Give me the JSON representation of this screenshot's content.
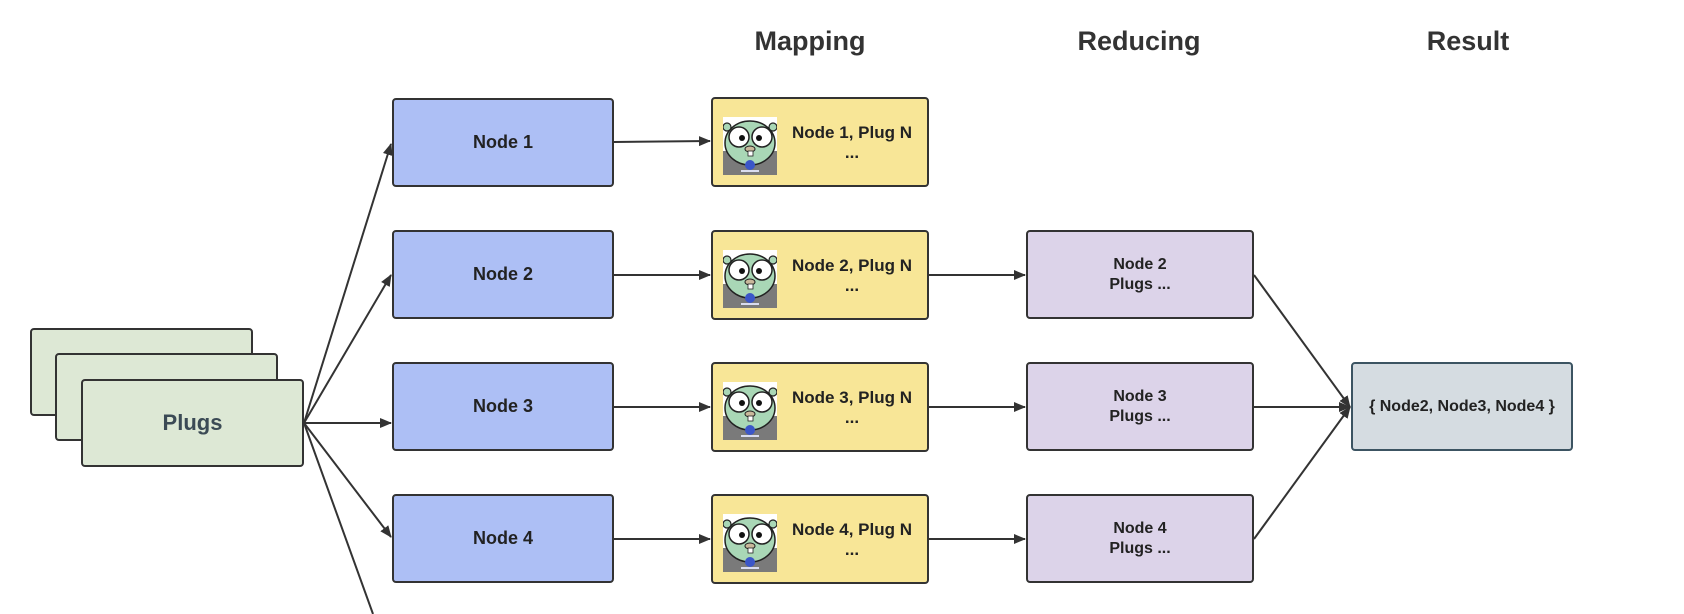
{
  "columns": {
    "mapping": "Mapping",
    "reducing": "Reducing",
    "result": "Result"
  },
  "source": {
    "label": "Plugs"
  },
  "nodes": [
    {
      "label": "Node 1"
    },
    {
      "label": "Node 2"
    },
    {
      "label": "Node 3"
    },
    {
      "label": "Node 4"
    }
  ],
  "mappers": [
    {
      "line1": "Node 1, Plug N",
      "line2": "..."
    },
    {
      "line1": "Node 2, Plug N",
      "line2": "..."
    },
    {
      "line1": "Node 3, Plug N",
      "line2": "..."
    },
    {
      "line1": "Node 4, Plug N",
      "line2": "..."
    }
  ],
  "reducers": [
    {
      "line1": "Node 2",
      "line2": "Plugs ..."
    },
    {
      "line1": "Node 3",
      "line2": "Plugs ..."
    },
    {
      "line1": "Node 4",
      "line2": "Plugs ..."
    }
  ],
  "result": {
    "label": "{ Node2, Node3, Node4 }"
  },
  "icons": {
    "mapper_icon": "gopher-mascot-icon"
  },
  "colors": {
    "plugs": "#dde8d5",
    "node": "#adbff5",
    "mapping": "#f8e697",
    "reducing": "#dcd3e9",
    "result": "#d5dce1"
  }
}
